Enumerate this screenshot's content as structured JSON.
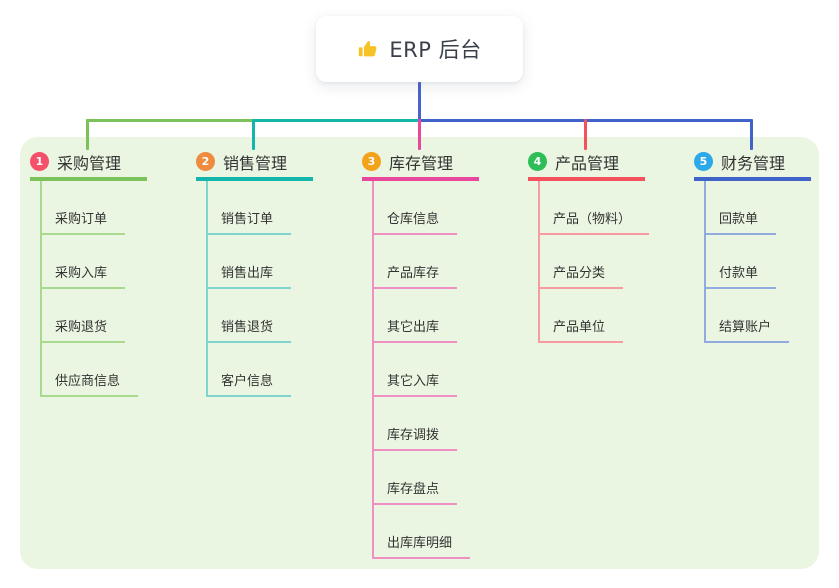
{
  "root": {
    "icon": "thumbs-up",
    "label": "ERP 后台"
  },
  "branches": [
    {
      "num": "1",
      "label": "采购管理",
      "badge_color": "#f4506a",
      "line_color": "#7cc25a",
      "child_line_color": "#a9d98e",
      "children": [
        "采购订单",
        "采购入库",
        "采购退货",
        "供应商信息"
      ]
    },
    {
      "num": "2",
      "label": "销售管理",
      "badge_color": "#ef8b3e",
      "line_color": "#14b5ab",
      "child_line_color": "#7fd4cb",
      "children": [
        "销售订单",
        "销售出库",
        "销售退货",
        "客户信息"
      ]
    },
    {
      "num": "3",
      "label": "库存管理",
      "badge_color": "#f2a319",
      "line_color": "#e8489c",
      "child_line_color": "#f08fc1",
      "children": [
        "仓库信息",
        "产品库存",
        "其它出库",
        "其它入库",
        "库存调拨",
        "库存盘点",
        "出库库明细"
      ]
    },
    {
      "num": "4",
      "label": "产品管理",
      "badge_color": "#2ebd57",
      "line_color": "#f4515f",
      "child_line_color": "#f79aa2",
      "children": [
        "产品（物料）",
        "产品分类",
        "产品单位"
      ]
    },
    {
      "num": "5",
      "label": "财务管理",
      "badge_color": "#2ba9e8",
      "line_color": "#3f63c9",
      "child_line_color": "#92abde",
      "children": [
        "回款单",
        "付款单",
        "结算账户"
      ]
    }
  ],
  "colors": {
    "root_connector": "#4c63cf",
    "panel_bg": "#eaf6e2",
    "card_bg": "#ffffff",
    "text": "#333333",
    "icon_yellow": "#f6c226"
  }
}
